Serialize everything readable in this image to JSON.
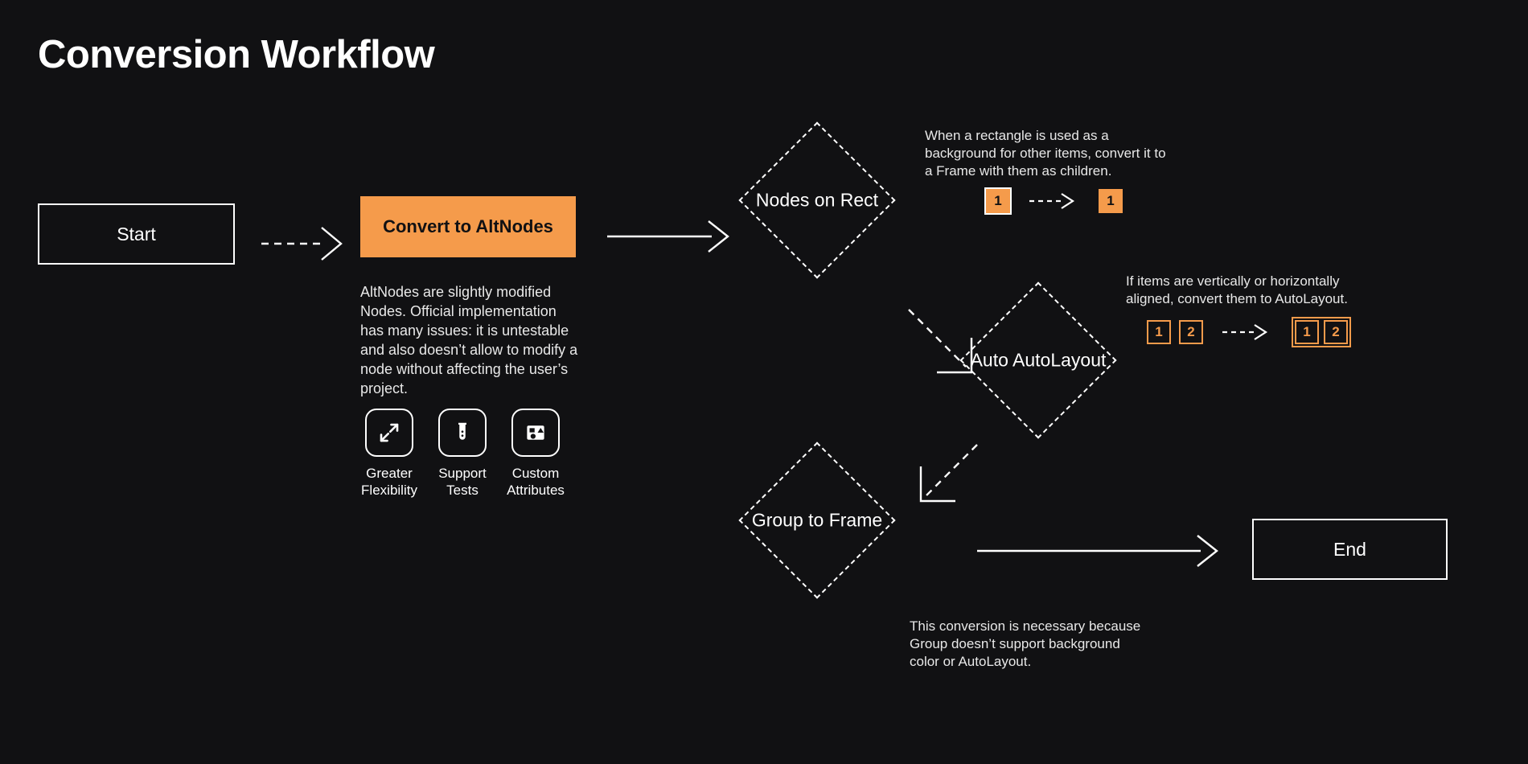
{
  "page": {
    "title": "Conversion Workflow",
    "background_color": "#111113",
    "accent_color": "#F59B4B",
    "line_color": "#FFFFFF"
  },
  "nodes": {
    "start": {
      "label": "Start",
      "shape": "rectangle"
    },
    "convert": {
      "label": "Convert to AltNodes",
      "shape": "rectangle",
      "fill": "#F59B4B"
    },
    "nodes_on_rect": {
      "label": "Nodes on Rect",
      "shape": "diamond"
    },
    "auto_autolayout": {
      "label": "Auto AutoLayout",
      "shape": "diamond"
    },
    "group_to_frame": {
      "label": "Group to Frame",
      "shape": "diamond"
    },
    "end": {
      "label": "End",
      "shape": "rectangle"
    }
  },
  "convert_detail": {
    "description": "AltNodes are slightly modified Nodes. Official implementation has many issues: it is untestable and also doesn’t allow to modify a node without affecting the user’s project.",
    "features": [
      {
        "icon": "expand-arrows-icon",
        "label": "Greater Flexibility"
      },
      {
        "icon": "test-tube-icon",
        "label": "Support Tests"
      },
      {
        "icon": "shapes-icon",
        "label": "Custom Attributes"
      }
    ]
  },
  "annotations": {
    "nodes_on_rect": {
      "text": "When a rectangle is used as a background for other items, convert it to a Frame with them as children.",
      "before": [
        "1"
      ],
      "after": [
        "1"
      ],
      "grouped_after": false
    },
    "auto_autolayout": {
      "text": "If items are vertically or horizontally aligned, convert them to AutoLayout.",
      "before": [
        "1",
        "2"
      ],
      "after": [
        "1",
        "2"
      ],
      "grouped_after": true
    },
    "group_to_frame": {
      "text": "This conversion is necessary because Group doesn’t support background color or AutoLayout."
    }
  },
  "connectors": [
    {
      "from": "start",
      "to": "convert",
      "style": "dashed"
    },
    {
      "from": "convert",
      "to": "nodes_on_rect",
      "style": "solid"
    },
    {
      "from": "nodes_on_rect",
      "to": "auto_autolayout",
      "style": "dashed-diagonal"
    },
    {
      "from": "auto_autolayout",
      "to": "group_to_frame",
      "style": "dashed-diagonal"
    },
    {
      "from": "group_to_frame",
      "to": "end",
      "style": "solid"
    }
  ]
}
